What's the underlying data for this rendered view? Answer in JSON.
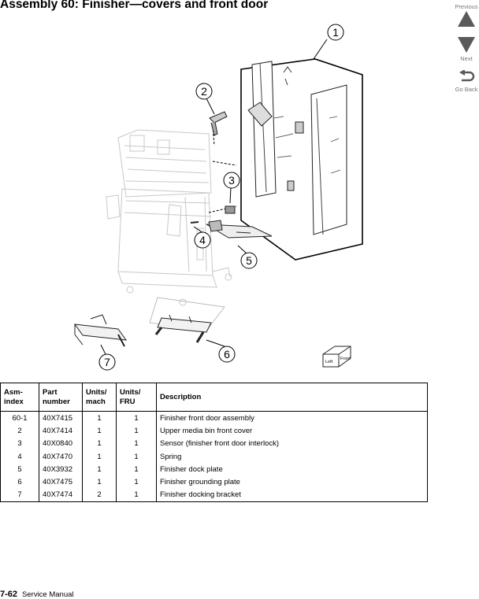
{
  "page": {
    "title": "Assembly 60:  Finisher—covers and front door",
    "footer_page": "7-62",
    "footer_text": "Service Manual"
  },
  "nav": {
    "previous": "Previous",
    "next": "Next",
    "go_back": "Go Back"
  },
  "diagram": {
    "callouts": [
      "1",
      "2",
      "3",
      "4",
      "5",
      "6",
      "7"
    ],
    "orientation_box": [
      "Left",
      "Front"
    ]
  },
  "table": {
    "headers": [
      "Asm-\nindex",
      "Part\nnumber",
      "Units/\nmach",
      "Units/\nFRU",
      "Description"
    ],
    "rows": [
      [
        "60-1",
        "40X7415",
        "1",
        "1",
        "Finisher front door assembly"
      ],
      [
        "2",
        "40X7414",
        "1",
        "1",
        "Upper media bin front cover"
      ],
      [
        "3",
        "40X0840",
        "1",
        "1",
        "Sensor (finisher front door interlock)"
      ],
      [
        "4",
        "40X7470",
        "1",
        "1",
        "Spring"
      ],
      [
        "5",
        "40X3932",
        "1",
        "1",
        "Finisher dock plate"
      ],
      [
        "6",
        "40X7475",
        "1",
        "1",
        "Finisher grounding plate"
      ],
      [
        "7",
        "40X7474",
        "2",
        "1",
        "Finisher docking bracket"
      ]
    ]
  }
}
